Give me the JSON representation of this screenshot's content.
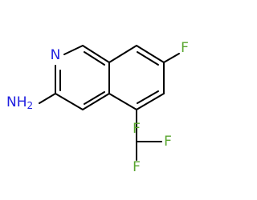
{
  "atoms": {
    "ring_nitrogen": "N",
    "amine": "NH",
    "amine_h_count": "2",
    "fluoro": "F",
    "cf3_f_top": "F",
    "cf3_f_right": "F",
    "cf3_f_bottom": "F"
  },
  "colors": {
    "bond": "#000000",
    "nitrogen": "#2020e0",
    "fluorine": "#58a52e",
    "background": "#ffffff"
  }
}
